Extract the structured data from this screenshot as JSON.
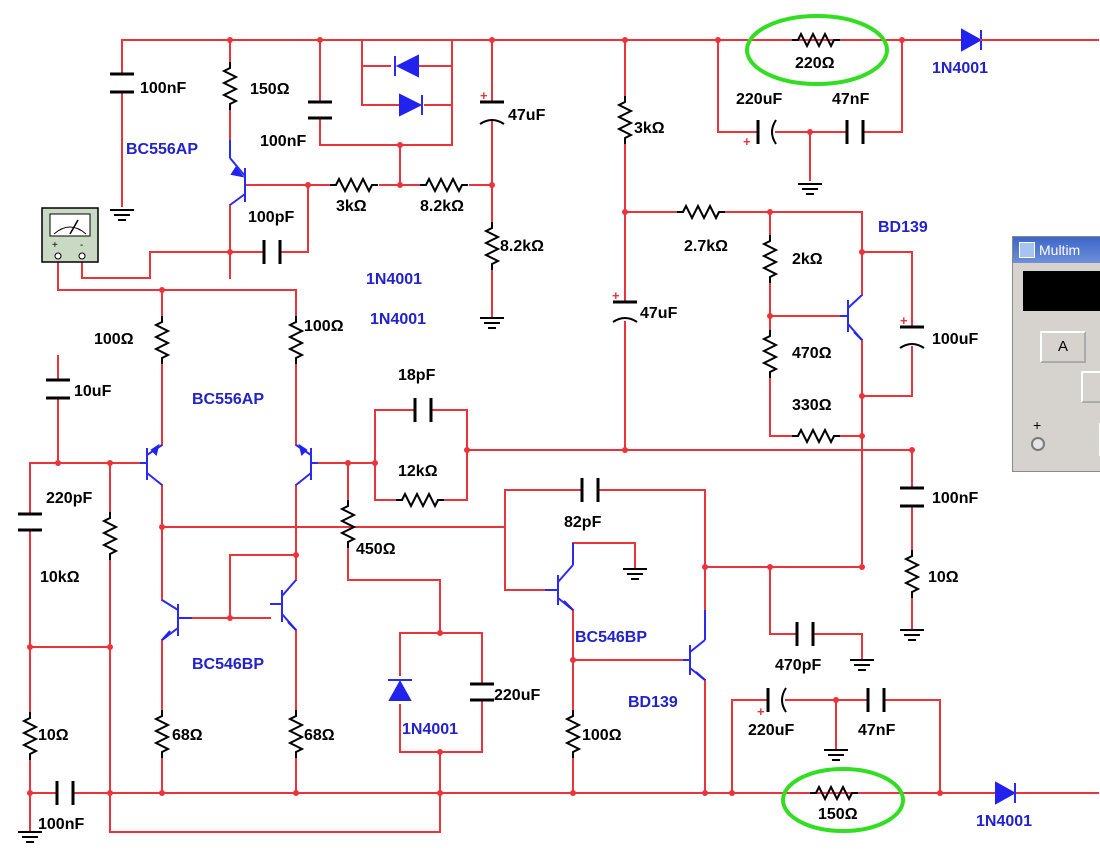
{
  "components": {
    "c_100nF_top": "100nF",
    "r_150_top": "150Ω",
    "q_bc556ap_top": "BC556AP",
    "c_100nF_mid": "100nF",
    "c_100pF": "100pF",
    "r_3k_series": "3kΩ",
    "r_8k2_series": "8.2kΩ",
    "c_47uF_top": "47uF",
    "r_8k2_ground": "8.2kΩ",
    "d_1n4001_label_a": "1N4001",
    "d_1n4001_label_b": "1N4001",
    "r_3k_vert": "3kΩ",
    "r_220_highlight": "220Ω",
    "d_1n4001_top_right": "1N4001",
    "c_220uF_top": "220uF",
    "c_47nF_top": "47nF",
    "r_2k7": "2.7kΩ",
    "q_bd139_top": "BD139",
    "r_2k": "2kΩ",
    "c_47uF_mid": "47uF",
    "c_100uF": "100uF",
    "r_470": "470Ω",
    "r_330": "330Ω",
    "r_100_left": "100Ω",
    "r_100_right": "100Ω",
    "c_10uF": "10uF",
    "q_bc556ap_pair": "BC556AP",
    "c_18pF": "18pF",
    "r_12k": "12kΩ",
    "c_220pF": "220pF",
    "r_10k": "10kΩ",
    "r_450": "450Ω",
    "c_100nF_right": "100nF",
    "c_82pF": "82pF",
    "r_10_right": "10Ω",
    "q_bc546bp_pair": "BC546BP",
    "q_bc546bp_vas": "BC546BP",
    "c_470pF": "470pF",
    "r_10_left": "10Ω",
    "r_68_left": "68Ω",
    "r_68_right": "68Ω",
    "d_1n4001_bottom_left": "1N4001",
    "c_220uF_mid": "220uF",
    "r_100_bottom": "100Ω",
    "q_bd139_bottom": "BD139",
    "c_220uF_bottom": "220uF",
    "c_47nF_bottom": "47nF",
    "c_100nF_bottom": "100nF",
    "r_150_highlight": "150Ω",
    "d_1n4001_bottom_right": "1N4001"
  },
  "multimeter": {
    "title": "Multim",
    "button_a": "A",
    "plus_label": "+"
  },
  "colors": {
    "wire": "#e8343a",
    "component": "#000000",
    "transistor": "#2a2af0",
    "label_blue": "#2222cc",
    "highlight": "#33dd22"
  },
  "icons": [
    "ammeter-icon",
    "diode-icon",
    "ground-icon",
    "multimeter-icon"
  ]
}
